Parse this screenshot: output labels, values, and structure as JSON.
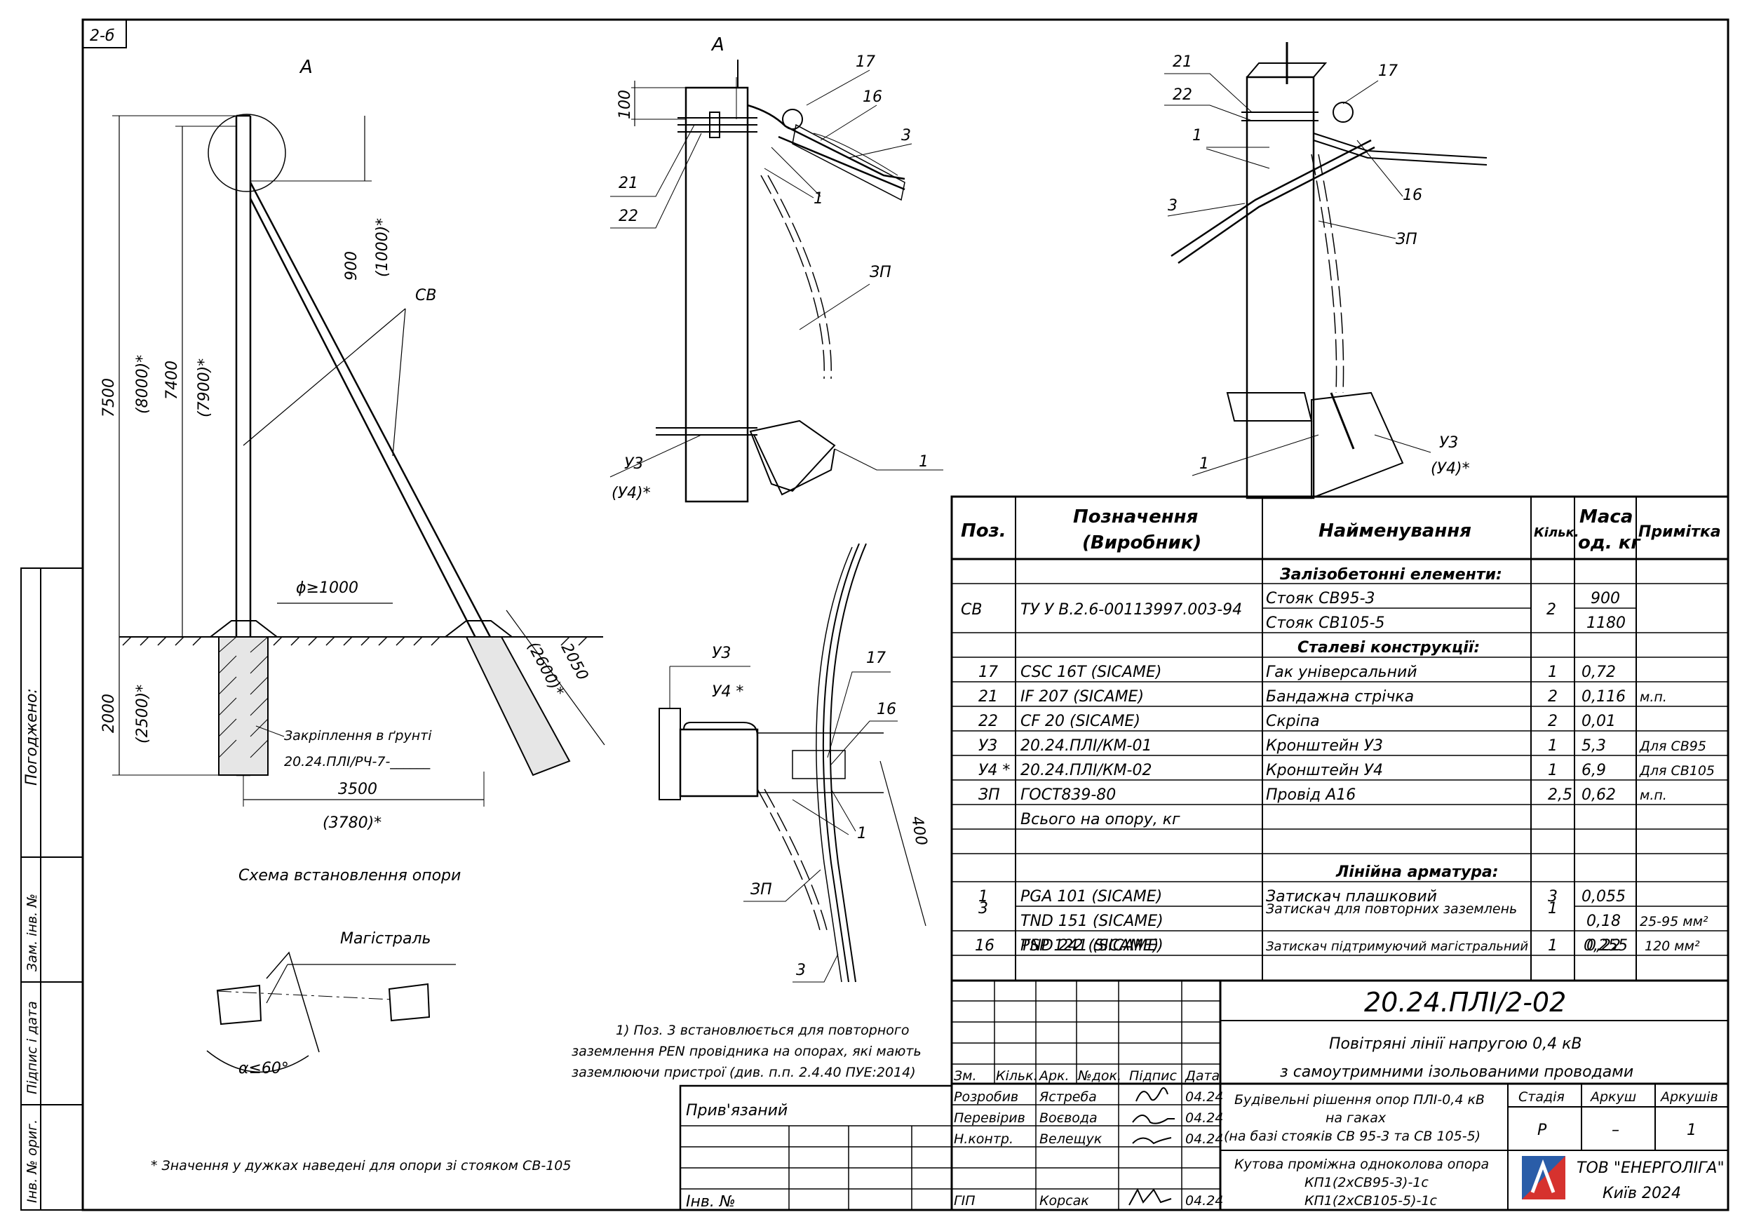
{
  "sheet": {
    "code": "2-б"
  },
  "left_strip": {
    "agreed": "Погоджено:",
    "inv_repl": "Зам. інв. №",
    "sign_date": "Підпис і дата",
    "inv_orig": "Інв. № ориг."
  },
  "scheme": {
    "view_label": "А",
    "dim_7500": "7500",
    "dim_8000": "(8000)*",
    "dim_7400": "7400",
    "dim_7900": "(7900)*",
    "dim_900": "900",
    "dim_1000": "(1000)*",
    "sv": "СВ",
    "phi": "ϕ≥1000",
    "dim_2000": "2000",
    "dim_2500": "(2500)*",
    "dim_2050": "2050",
    "dim_2600": "(2600)*",
    "anchoring": "Закріплення в ґрунті",
    "anchoring_doc": "20.24.ПЛІ/РЧ-7-______",
    "dim_3500": "3500",
    "dim_3780": "(3780)*",
    "caption": "Схема встановлення опори"
  },
  "plan": {
    "main": "Магістраль",
    "angle": "α≤60°"
  },
  "detail_a": {
    "title": "А",
    "dim_100": "100",
    "p17": "17",
    "p16": "16",
    "p3": "3",
    "p1a": "1",
    "p21": "21",
    "p22": "22",
    "zp": "ЗП",
    "u3": "У3",
    "u4": "(У4)*",
    "p1b": "1"
  },
  "detail_b": {
    "p21": "21",
    "p22": "22",
    "p17": "17",
    "p1": "1",
    "p3": "3",
    "p16": "16",
    "zp": "ЗП",
    "p1b": "1",
    "u3": "У3",
    "u4": "(У4)*"
  },
  "detail_c": {
    "u3": "У3",
    "u4": "У4 *",
    "p17": "17",
    "p16": "16",
    "p1": "1",
    "dim_400": "400",
    "zp": "ЗП",
    "p3": "3"
  },
  "notes": {
    "note1_l1": "1) Поз. 3 встановлюється для повторного",
    "note1_l2": "заземлення PEN провідника на опорах, які мають",
    "note1_l3": "заземлюючи пристрої (див. п.п. 2.4.40 ПУЕ:2014)",
    "note2": "* Значення у дужках наведені для опори зі стояком СВ-105"
  },
  "spec": {
    "headers": {
      "pos": "Поз.",
      "desig1": "Позначення",
      "desig2": "(Виробник)",
      "name": "Найменування",
      "qty": "Кільк.",
      "mass1": "Маса",
      "mass2": "од. кг",
      "note": "Примітка"
    },
    "section_concrete": "Залізобетонні елементи:",
    "section_steel": "Сталеві конструкції:",
    "section_fittings": "Лінійна арматура:",
    "cv": {
      "pos": "СВ",
      "desig": "ТУ У В.2.6-00113997.003-94",
      "qty": "2",
      "name1": "Стояк СВ95-3",
      "mass1": "900",
      "name2": "Стояк СВ105-5",
      "mass2": "1180"
    },
    "steel_rows": [
      {
        "pos": "17",
        "desig": "CSC 16T (SICAME)",
        "name": "Гак універсальний",
        "qty": "1",
        "mass": "0,72",
        "note": ""
      },
      {
        "pos": "21",
        "desig": "IF 207 (SICAME)",
        "name": "Бандажна стрічка",
        "qty": "2",
        "mass": "0,116",
        "note": "м.п."
      },
      {
        "pos": "22",
        "desig": "CF 20 (SICAME)",
        "name": "Скріпа",
        "qty": "2",
        "mass": "0,01",
        "note": ""
      },
      {
        "pos": "У3",
        "desig": "20.24.ПЛІ/КМ-01",
        "name": "Кронштейн У3",
        "qty": "1",
        "mass": "5,3",
        "note": "Для СВ95"
      },
      {
        "pos": "У4 *",
        "desig": "20.24.ПЛІ/КМ-02",
        "name": "Кронштейн У4",
        "qty": "1",
        "mass": "6,9",
        "note": "Для СВ105"
      },
      {
        "pos": "ЗП",
        "desig": "ГОСТ839-80",
        "name": "Провід А16",
        "qty": "2,5",
        "mass": "0,62",
        "note": "м.п."
      },
      {
        "pos": "",
        "desig": "Всього на опору, кг",
        "name": "",
        "qty": "",
        "mass": "",
        "note": ""
      }
    ],
    "r1": {
      "pos": "1",
      "desig": "PGA 101 (SICAME)",
      "name": "Затискач плашковий",
      "qty": "3",
      "mass": "0,055"
    },
    "r3": {
      "pos": "3",
      "desig1": "TND 151 (SICAME)",
      "desig2": "TND 241 (SICAME)",
      "name": "Затискач для повторних заземлень",
      "qty": "1",
      "mass1": "0,18",
      "mass2": "0,22",
      "note1": "25-95 мм²",
      "note2": "120 мм²"
    },
    "r16": {
      "pos": "16",
      "desig": "PSP 122 (SICAME)",
      "name": "Затискач підтримуючий магістральний",
      "qty": "1",
      "mass": "0,255"
    }
  },
  "title_block": {
    "code": "20.24.ПЛІ/2-02",
    "line1": "Повітряні лінії напругою 0,4 кВ",
    "line2": "з самоутримними ізольованими проводами",
    "hdr_zm": "Зм.",
    "hdr_kil": "Кільк.",
    "hdr_ark": "Арк.",
    "hdr_ndoc": "№док.",
    "hdr_pidpys": "Підпис",
    "hdr_data": "Дата",
    "r_dev": "Розробив",
    "n_dev": "Ястреба",
    "d_dev": "04.24",
    "r_chk": "Перевірив",
    "n_chk": "Воєвода",
    "d_chk": "04.24",
    "r_nk": "Н.контр.",
    "n_nk": "Велещук",
    "d_nk": "04.24",
    "r_gip": "ГІП",
    "n_gip": "Корсак",
    "d_gip": "04.24",
    "desc1": "Будівельні рішення опор ПЛІ-0,4 кВ",
    "desc2": "на гаках",
    "desc3": "(на базі стояків СВ 95-3 та СВ 105-5)",
    "stage_h": "Стадія",
    "sheet_h": "Аркуш",
    "sheets_h": "Аркушів",
    "stage": "Р",
    "sheet": "–",
    "sheets": "1",
    "obj1": "Кутова проміжна одноколова опора",
    "obj2": "КП1(2хСВ95-3)-1с",
    "obj3": "КП1(2хСВ105-5)-1с",
    "company": "ТОВ \"ЕНЕРГОЛІГА\"",
    "city": "Київ 2024",
    "linked": "Прив'язаний",
    "inv": "Інв. №"
  }
}
